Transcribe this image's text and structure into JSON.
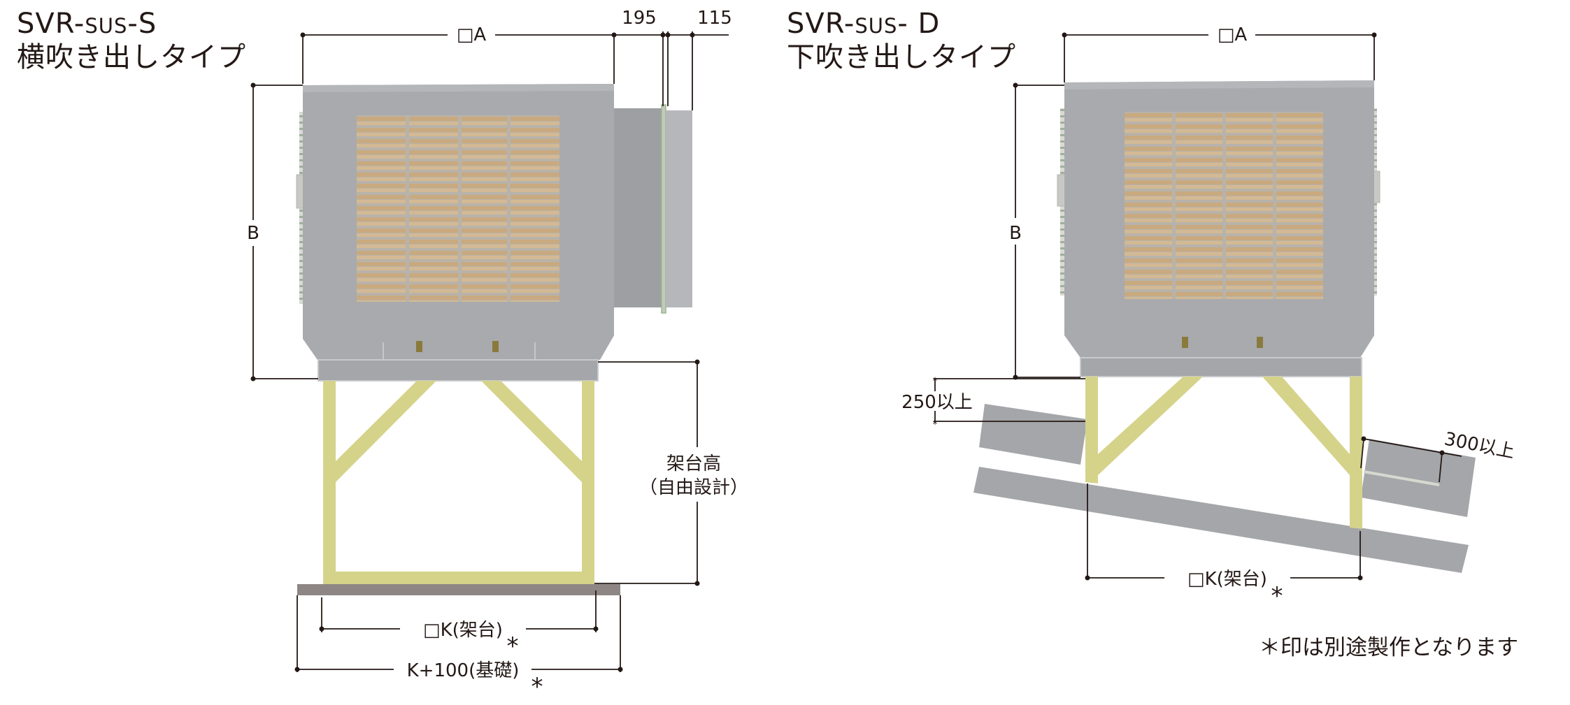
{
  "left": {
    "model_prefix": "SVR-",
    "model_mid": "SUS",
    "model_suffix": "-S",
    "type_name": "横吹き出しタイプ",
    "dims": {
      "A": "□A",
      "d195": "195",
      "d115": "115",
      "B": "B",
      "stand_height_1": "架台高",
      "stand_height_2": "（自由設計）",
      "K": "□K(架台)",
      "K100": "K+100(基礎)",
      "asterisk": "*"
    }
  },
  "right": {
    "model_prefix": "SVR-",
    "model_mid": "SUS",
    "model_suffix": "- D",
    "type_name": "下吹き出しタイプ",
    "dims": {
      "A": "□A",
      "B": "B",
      "min250": "250以上",
      "min300": "300以上",
      "K": "□K(架台)",
      "asterisk": "*"
    }
  },
  "footnote": "＊印は別途製作となります",
  "colors": {
    "unit_body": "#a9aaad",
    "unit_shadow": "#97989b",
    "louver": "#c9a97f",
    "louver_light": "#d9c4a4",
    "stand": "#d5d38a",
    "roof": "#a5a6a9",
    "foundation": "#8e8684",
    "dim_line": "#231815"
  }
}
